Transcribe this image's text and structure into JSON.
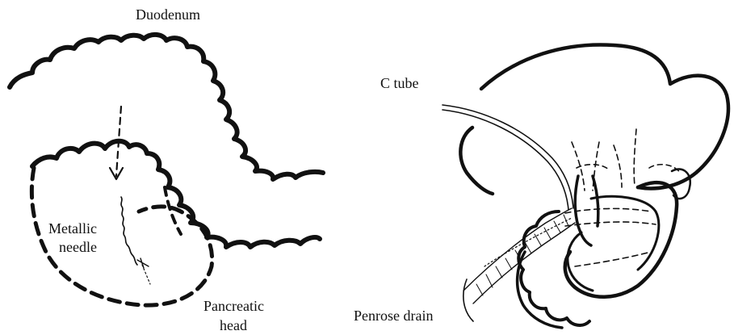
{
  "labels": {
    "duodenum": "Duodenum",
    "metallic": "Metallic",
    "needle": "needle",
    "pancreatic": "Pancreatic",
    "head": "head",
    "c_tube": "C tube",
    "penrose_drain": "Penrose drain"
  },
  "colors": {
    "ink": "#111111",
    "background": "#ffffff"
  }
}
